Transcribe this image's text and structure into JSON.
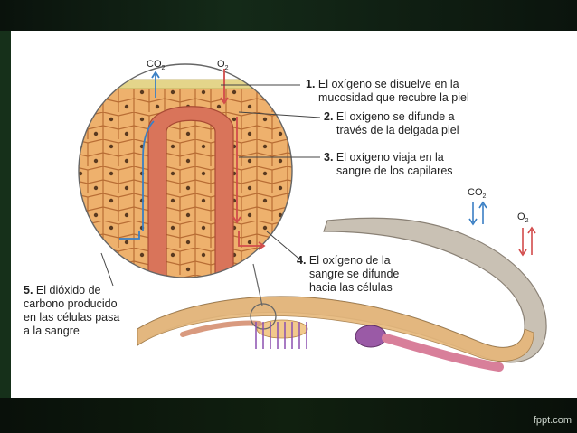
{
  "steps": [
    {
      "num": "1.",
      "line1": "El oxígeno se disuelve en la",
      "line2": "mucosidad que recubre la piel"
    },
    {
      "num": "2.",
      "line1": "El oxígeno se difunde a",
      "line2": "través de la delgada piel"
    },
    {
      "num": "3.",
      "line1": "El oxígeno viaja en la",
      "line2": "sangre de los capilares"
    },
    {
      "num": "4.",
      "line1": "El oxígeno de la",
      "line2": "sangre se difunde",
      "line3": "hacia las células"
    },
    {
      "num": "5.",
      "line1": "El dióxido de",
      "line2": "carbono producido",
      "line3": "en las células pasa",
      "line4": "a la sangre"
    }
  ],
  "gases": {
    "co2": "CO",
    "co2_sub": "2",
    "o2": "O",
    "o2_sub": "2"
  },
  "colors": {
    "co2_arrow": "#3a7fc4",
    "o2_arrow": "#d24b4b",
    "capillary": "#d9745a",
    "cell": "#e9a860",
    "skin": "#c9c1b4"
  },
  "watermark": "fppt.com"
}
